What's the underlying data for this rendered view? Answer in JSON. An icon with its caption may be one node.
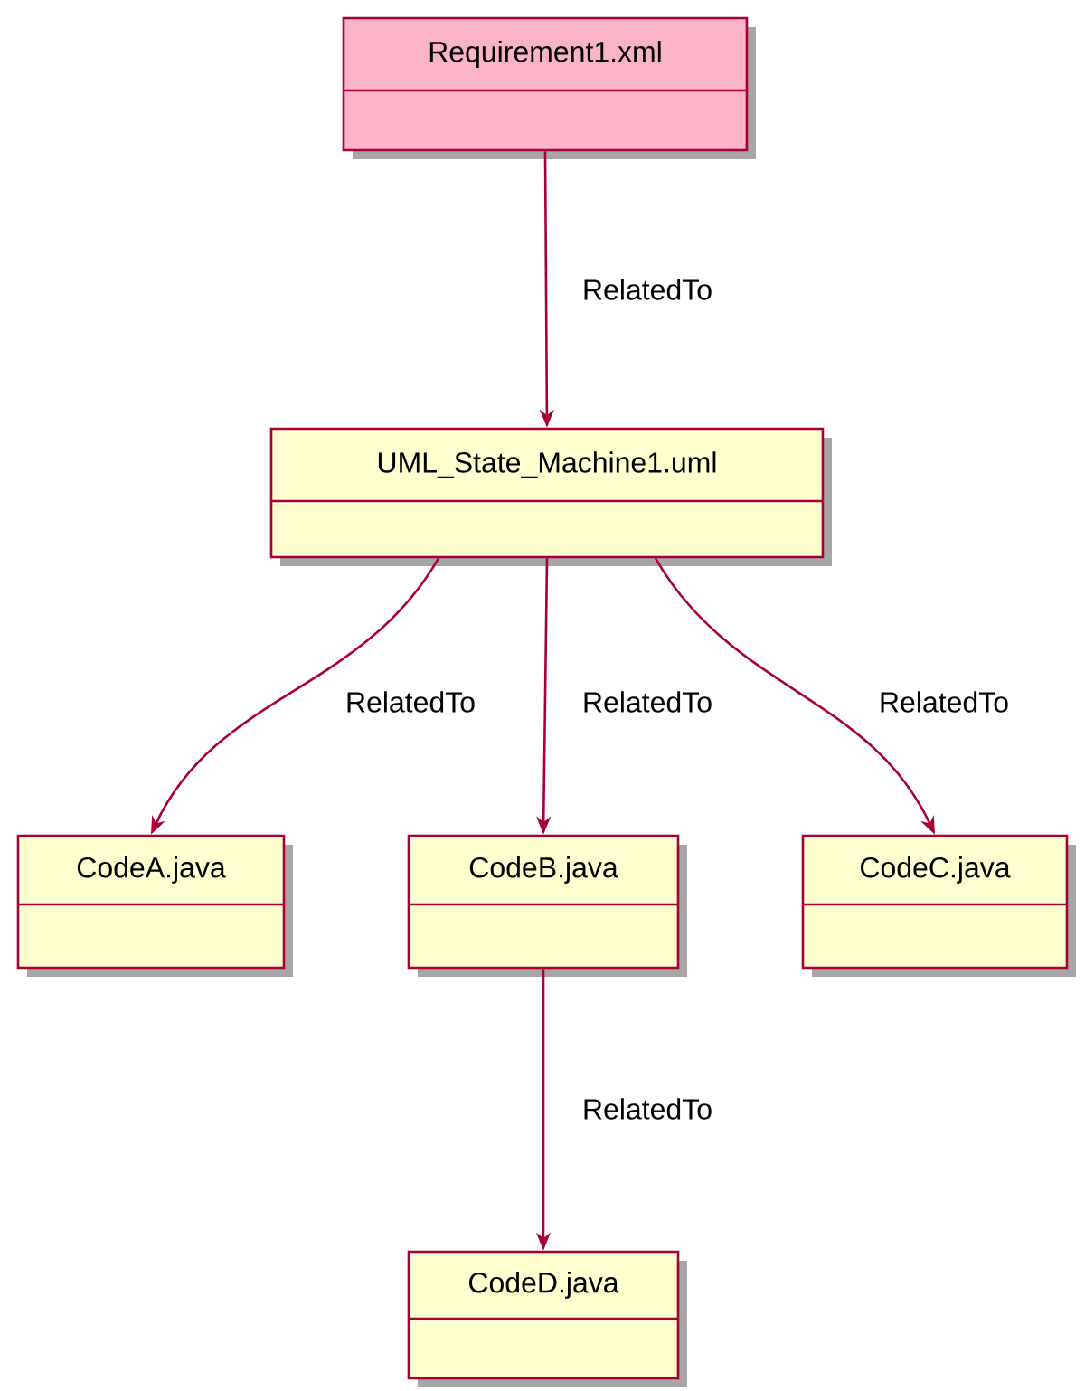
{
  "diagram": {
    "nodes": [
      {
        "text": [
          "Requirement1.xml"
        ]
      },
      {
        "text": [
          "UML_State_Machine1.uml"
        ]
      },
      {
        "text": [
          "CodeA.java"
        ]
      },
      {
        "text": [
          "CodeB.java"
        ]
      },
      {
        "text": [
          "CodeC.java"
        ]
      },
      {
        "text": [
          "CodeD.java"
        ]
      }
    ],
    "edges": [
      {
        "from": 0,
        "to": 1,
        "arrow": "to",
        "label": "RelatedTo"
      },
      {
        "from": 1,
        "to": 2,
        "arrow": "to",
        "label": "RelatedTo"
      },
      {
        "from": 1,
        "to": 3,
        "arrow": "to",
        "label": "RelatedTo"
      },
      {
        "from": 1,
        "to": 4,
        "arrow": "to",
        "label": "RelatedTo"
      },
      {
        "from": 3,
        "to": 5,
        "arrow": "to",
        "label": "RelatedTo"
      }
    ]
  }
}
